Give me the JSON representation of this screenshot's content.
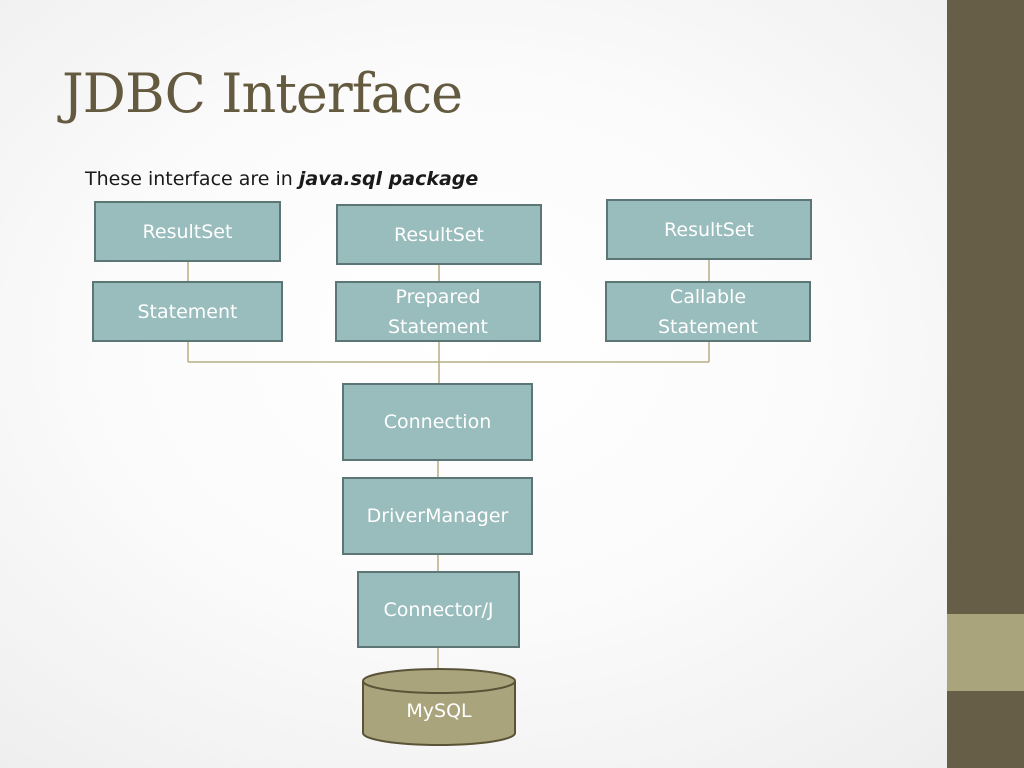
{
  "slide": {
    "title": "JDBC Interface",
    "subtitle_prefix": "These interface are in ",
    "subtitle_emphasis": "java.sql package"
  },
  "diagram": {
    "resultset_left": "ResultSet",
    "resultset_middle": "ResultSet",
    "resultset_right": "ResultSet",
    "statement": "Statement",
    "prepared_statement_line1": "Prepared",
    "prepared_statement_line2": "Statement",
    "callable_statement_line1": "Callable",
    "callable_statement_line2": "Statement",
    "connection": "Connection",
    "driver_manager": "DriverManager",
    "connector_j": "Connector/J",
    "database": "MySQL"
  },
  "colors": {
    "title": "#645a3f",
    "box_fill": "#99bcbd",
    "box_border": "#5c7675",
    "connector_line": "#b5ae84",
    "database_fill": "#a9a47c",
    "database_border": "#5a5338",
    "side_bar": "#675e47",
    "side_bar_accent": "#a9a47c"
  }
}
